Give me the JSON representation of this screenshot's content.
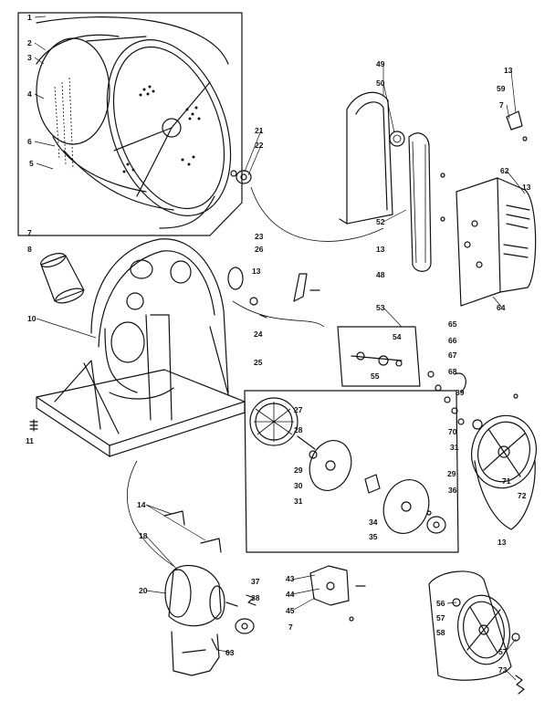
{
  "diagram": {
    "labels": [
      {
        "id": "p1",
        "text": "1"
      },
      {
        "id": "p2",
        "text": "2"
      },
      {
        "id": "p3",
        "text": "3"
      },
      {
        "id": "p4",
        "text": "4"
      },
      {
        "id": "p5",
        "text": "5"
      },
      {
        "id": "p6",
        "text": "6"
      },
      {
        "id": "p7a",
        "text": "7"
      },
      {
        "id": "p8",
        "text": "8"
      },
      {
        "id": "p10",
        "text": "10"
      },
      {
        "id": "p11",
        "text": "11"
      },
      {
        "id": "p13a",
        "text": "13"
      },
      {
        "id": "p13b",
        "text": "13"
      },
      {
        "id": "p13c",
        "text": "13"
      },
      {
        "id": "p13d",
        "text": "13"
      },
      {
        "id": "p13e",
        "text": "13"
      },
      {
        "id": "p14",
        "text": "14"
      },
      {
        "id": "p18",
        "text": "18"
      },
      {
        "id": "p20",
        "text": "20"
      },
      {
        "id": "p21",
        "text": "21"
      },
      {
        "id": "p22",
        "text": "22"
      },
      {
        "id": "p23",
        "text": "23"
      },
      {
        "id": "p24",
        "text": "24"
      },
      {
        "id": "p25",
        "text": "25"
      },
      {
        "id": "p26",
        "text": "26"
      },
      {
        "id": "p27",
        "text": "27"
      },
      {
        "id": "p28",
        "text": "28"
      },
      {
        "id": "p29a",
        "text": "29"
      },
      {
        "id": "p29b",
        "text": "29"
      },
      {
        "id": "p30",
        "text": "30"
      },
      {
        "id": "p31a",
        "text": "31"
      },
      {
        "id": "p31b",
        "text": "31"
      },
      {
        "id": "p34",
        "text": "34"
      },
      {
        "id": "p35",
        "text": "35"
      },
      {
        "id": "p36",
        "text": "36"
      },
      {
        "id": "p37",
        "text": "37"
      },
      {
        "id": "p38",
        "text": "38"
      },
      {
        "id": "p39",
        "text": "39"
      },
      {
        "id": "p43",
        "text": "43"
      },
      {
        "id": "p44",
        "text": "44"
      },
      {
        "id": "p45",
        "text": "45"
      },
      {
        "id": "p7b",
        "text": "7"
      },
      {
        "id": "p48",
        "text": "48"
      },
      {
        "id": "p49",
        "text": "49"
      },
      {
        "id": "p50",
        "text": "50"
      },
      {
        "id": "p52",
        "text": "52"
      },
      {
        "id": "p53",
        "text": "53"
      },
      {
        "id": "p54",
        "text": "54"
      },
      {
        "id": "p55",
        "text": "55"
      },
      {
        "id": "p56",
        "text": "56"
      },
      {
        "id": "p57a",
        "text": "57"
      },
      {
        "id": "p57b",
        "text": "57"
      },
      {
        "id": "p58",
        "text": "58"
      },
      {
        "id": "p59",
        "text": "59"
      },
      {
        "id": "p7c",
        "text": "7"
      },
      {
        "id": "p62",
        "text": "62"
      },
      {
        "id": "p63",
        "text": "63"
      },
      {
        "id": "p64",
        "text": "64"
      },
      {
        "id": "p65",
        "text": "65"
      },
      {
        "id": "p66",
        "text": "66"
      },
      {
        "id": "p67",
        "text": "67"
      },
      {
        "id": "p68",
        "text": "68"
      },
      {
        "id": "p70",
        "text": "70"
      },
      {
        "id": "p71",
        "text": "71"
      },
      {
        "id": "p72",
        "text": "72"
      },
      {
        "id": "p73",
        "text": "73"
      }
    ]
  }
}
